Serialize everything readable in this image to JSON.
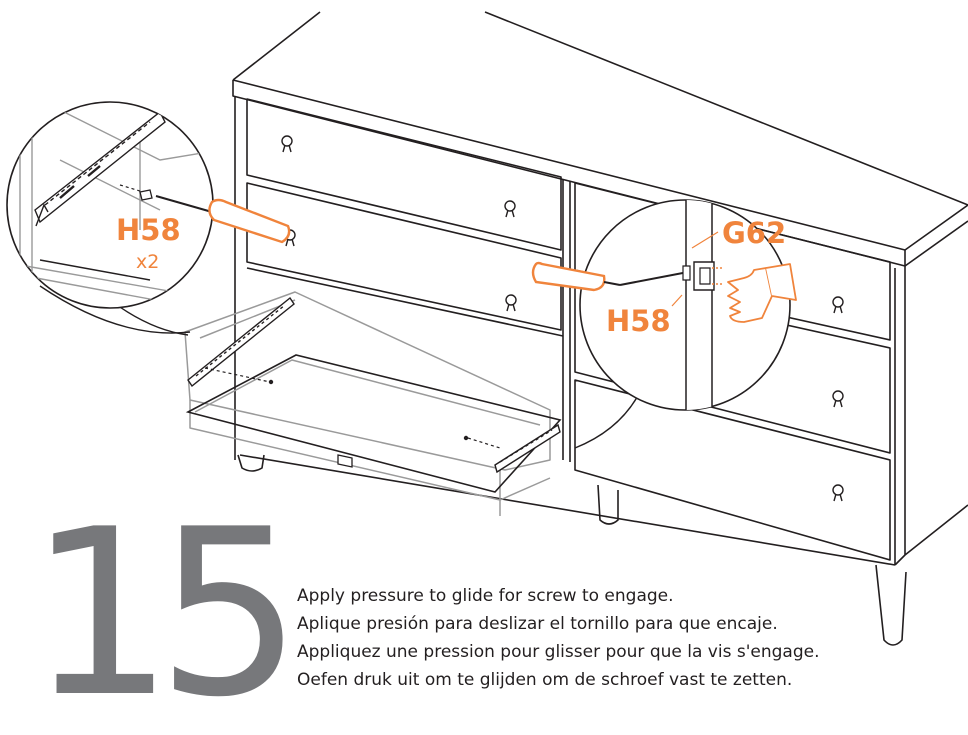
{
  "step": {
    "number": "15"
  },
  "callouts": {
    "left_part": "H58",
    "left_qty": "x2",
    "right_part_top": "G62",
    "right_part_bottom": "H58"
  },
  "instructions": [
    "Apply pressure to glide for screw to engage.",
    "Aplique presión para deslizar el tornillo para que encaje.",
    "Appliquez une pression pour glisser pour que la vis s'engage.",
    "Oefen druk uit om te glijden om de schroef vast te zetten."
  ],
  "colors": {
    "accent": "#f0843c",
    "line": "#231f20",
    "light_line": "#9a9a9a",
    "step_number": "#77787b"
  },
  "icons": [
    "screwdriver-icon",
    "press-hand-icon",
    "drawer-knob-icon"
  ]
}
